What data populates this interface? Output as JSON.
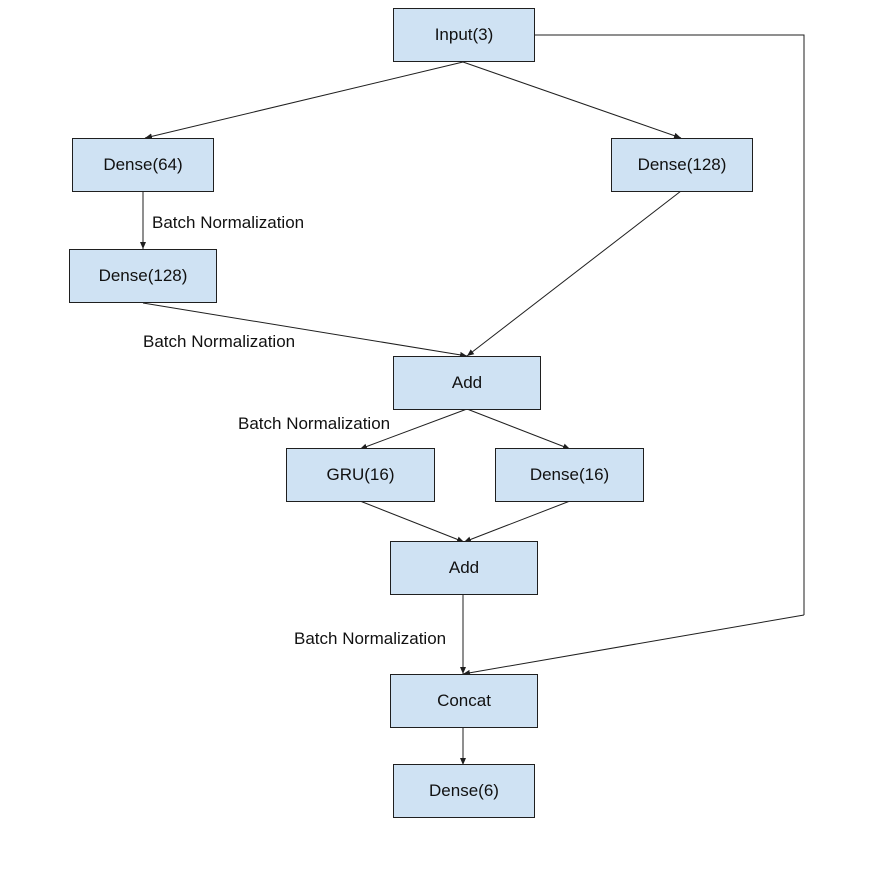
{
  "diagram": {
    "nodes": {
      "input": "Input(3)",
      "dense64": "Dense(64)",
      "dense128_right": "Dense(128)",
      "dense128_left": "Dense(128)",
      "add1": "Add",
      "gru16": "GRU(16)",
      "dense16": "Dense(16)",
      "add2": "Add",
      "concat": "Concat",
      "dense6": "Dense(6)"
    },
    "edge_labels": {
      "bn1": "Batch Normalization",
      "bn2": "Batch Normalization",
      "bn3": "Batch Normalization",
      "bn4": "Batch Normalization"
    },
    "colors": {
      "node_fill": "#cfe2f3",
      "stroke": "#1f1f1f"
    }
  }
}
